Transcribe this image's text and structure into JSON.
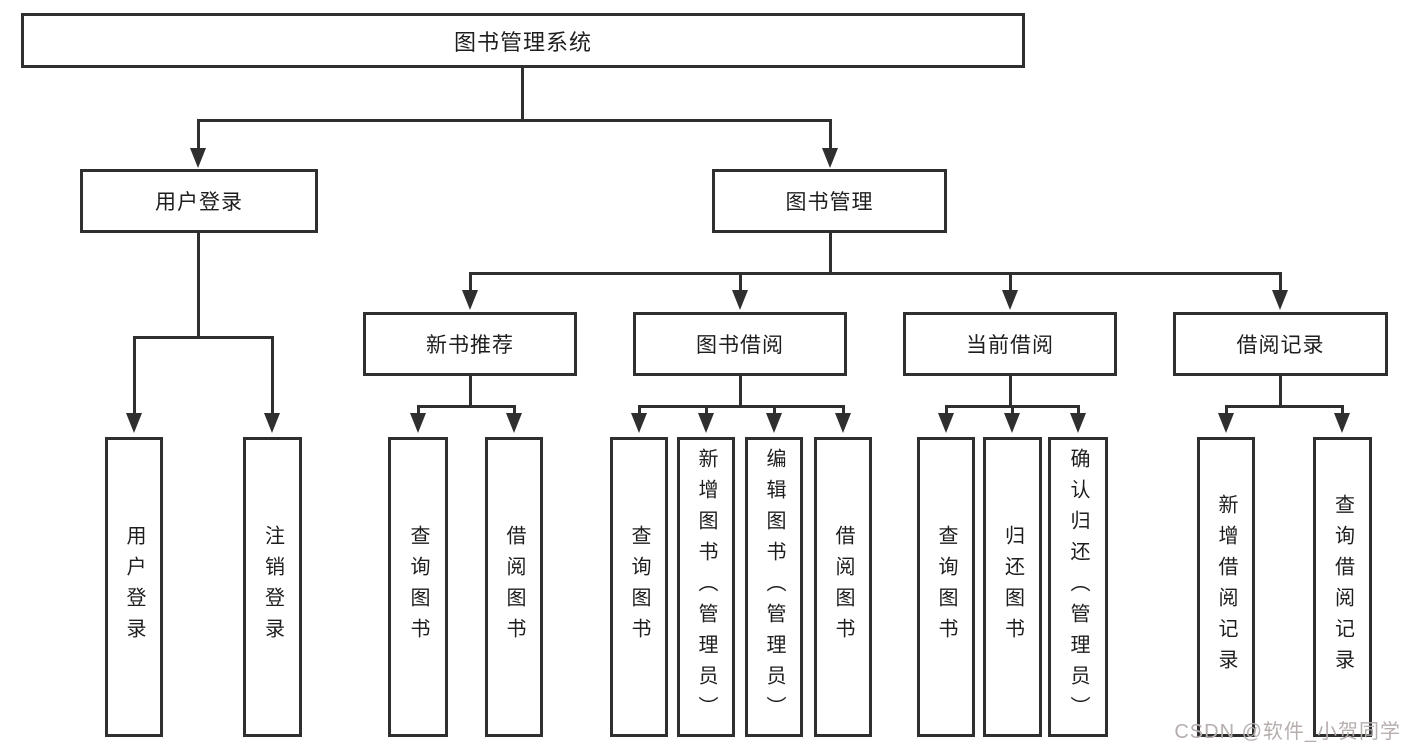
{
  "diagram": {
    "tree": {
      "label": "图书管理系统",
      "children": [
        {
          "label": "用户登录",
          "children": [
            {
              "label": "用户登录"
            },
            {
              "label": "注销登录"
            }
          ]
        },
        {
          "label": "图书管理",
          "children": [
            {
              "label": "新书推荐",
              "children": [
                {
                  "label": "查询图书"
                },
                {
                  "label": "借阅图书"
                }
              ]
            },
            {
              "label": "图书借阅",
              "children": [
                {
                  "label": "查询图书"
                },
                {
                  "label": "新增图书（管理员）"
                },
                {
                  "label": "编辑图书（管理员）"
                },
                {
                  "label": "借阅图书"
                }
              ]
            },
            {
              "label": "当前借阅",
              "children": [
                {
                  "label": "查询图书"
                },
                {
                  "label": "归还图书"
                },
                {
                  "label": "确认归还（管理员）"
                }
              ]
            },
            {
              "label": "借阅记录",
              "children": [
                {
                  "label": "新增借阅记录"
                },
                {
                  "label": "查询借阅记录"
                }
              ]
            }
          ]
        }
      ]
    }
  },
  "watermark": {
    "text": "CSDN @软件_小贺同学"
  },
  "colors": {
    "line": "#2f2f2f",
    "text": "#1e1e1e",
    "background": "#ffffff",
    "watermark": "#b7aeae"
  }
}
